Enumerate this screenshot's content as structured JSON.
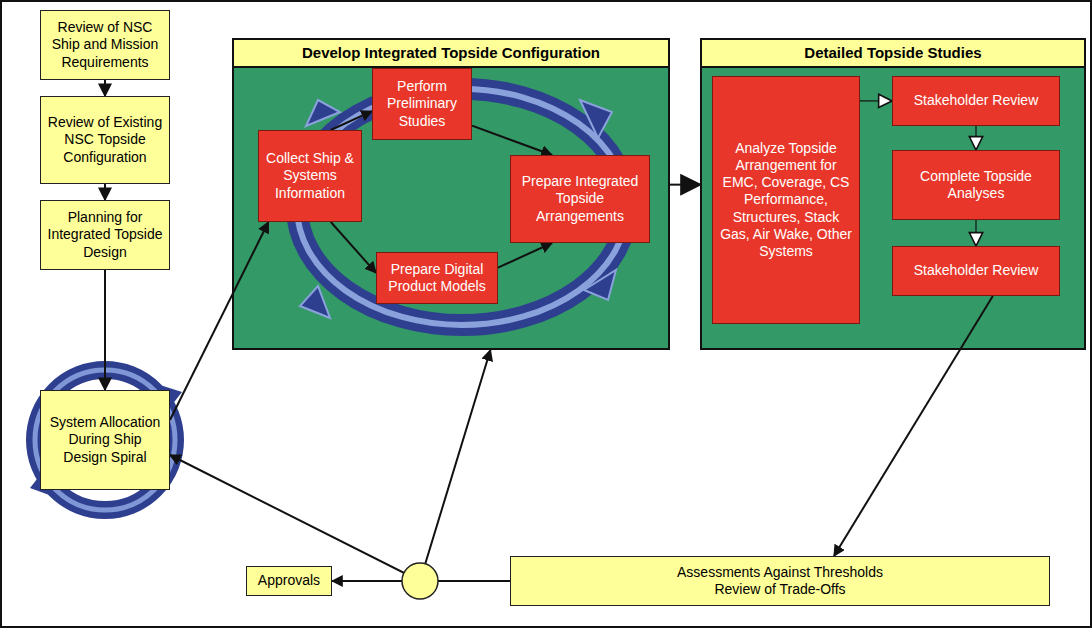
{
  "diagram": {
    "nodes": [
      {
        "text": [
          "Review of NSC Ship and Mission Requirements"
        ]
      },
      {
        "text": [
          "Review of Existing NSC Topside Configuration"
        ]
      },
      {
        "text": [
          "Planning for Integrated Topside Design"
        ]
      },
      {
        "text": [
          "System Allocation During Ship Design Spiral"
        ]
      },
      {
        "text": [
          "Develop Integrated Topside Configuration"
        ]
      },
      {
        "text": [
          "Collect Ship & Systems Information"
        ],
        "in": 4
      },
      {
        "text": [
          "Perform Preliminary Studies"
        ],
        "in": 4
      },
      {
        "text": [
          "Prepare Integrated Topside Arrangements"
        ],
        "in": 4
      },
      {
        "text": [
          "Prepare Digital Product Models"
        ],
        "in": 4
      },
      {
        "text": [
          "Detailed Topside Studies"
        ]
      },
      {
        "text": [
          "Analyze Topside Arrangement for EMC, Coverage, CS Performance, Structures, Stack Gas, Air Wake, Other Systems"
        ],
        "in": 9
      },
      {
        "text": [
          "Stakeholder Review"
        ],
        "in": 9
      },
      {
        "text": [
          "Complete Topside Analyses"
        ],
        "in": 9
      },
      {
        "text": [
          "Stakeholder Review"
        ],
        "in": 9
      },
      {
        "text": [
          "Assessments Against Thresholds Review of Trade-Offs"
        ]
      },
      {
        "text": [
          "Approvals"
        ]
      }
    ],
    "edges": [
      {
        "from": 0,
        "to": 1,
        "arrow": "to"
      },
      {
        "from": 1,
        "to": 2,
        "arrow": "to"
      },
      {
        "from": 2,
        "to": 3,
        "arrow": "to"
      },
      {
        "from": 3,
        "to": 5,
        "arrow": "to"
      },
      {
        "from": 5,
        "to": 6,
        "arrow": "to"
      },
      {
        "from": 5,
        "to": 8,
        "arrow": "to"
      },
      {
        "from": 6,
        "to": 7,
        "arrow": "to"
      },
      {
        "from": 8,
        "to": 7,
        "arrow": "to"
      },
      {
        "from": 4,
        "to": 9,
        "arrow": "to"
      },
      {
        "from": 10,
        "to": 11,
        "arrow": "to"
      },
      {
        "from": 11,
        "to": 12,
        "arrow": "to"
      },
      {
        "from": 12,
        "to": 13,
        "arrow": "to"
      },
      {
        "from": 13,
        "to": 14,
        "arrow": "to"
      },
      {
        "from": 14,
        "to": 15,
        "arrow": "to"
      },
      {
        "from": 14,
        "to": 3,
        "arrow": "to"
      },
      {
        "from": 14,
        "to": 4,
        "arrow": "to"
      }
    ]
  }
}
